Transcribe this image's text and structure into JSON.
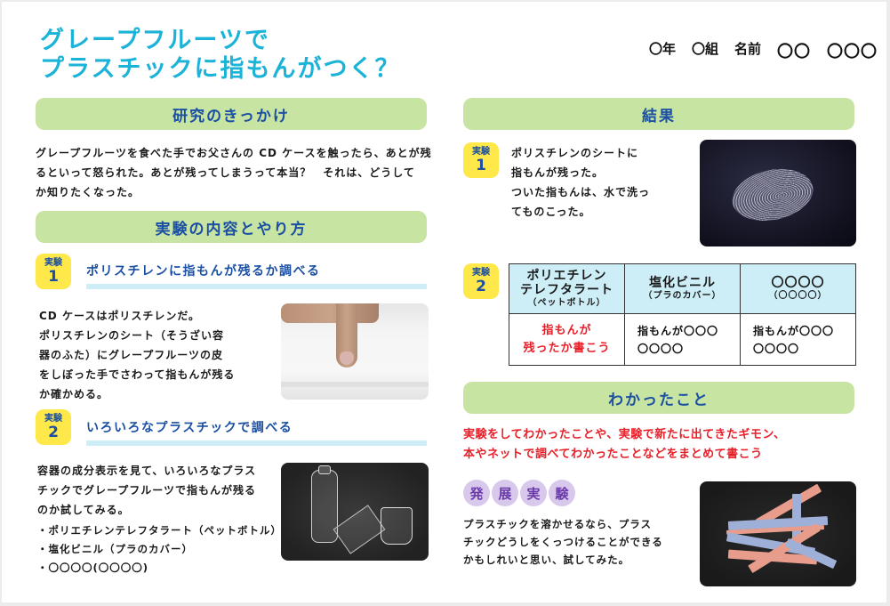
{
  "header": {
    "title_line1": "グレープフルーツで",
    "title_line2": "プラスチックに指もんがつく？",
    "grade": "〇年",
    "class": "〇組",
    "name_label": "名前",
    "name_family": "〇〇",
    "name_given": "〇〇〇"
  },
  "motivation": {
    "heading": "研究のきっかけ",
    "text_lines": [
      "グレープフルーツを食べた手でお父さんの CD ケースを触ったら、あとが残",
      "るといって怒られた。あとが残ってしまうって本当？　それは、どうして",
      "か知りたくなった。"
    ]
  },
  "method": {
    "heading": "実験の内容とやり方",
    "exp1": {
      "badge_label": "実験",
      "badge_num": "1",
      "title": "ポリスチレンに指もんが残るか調べる",
      "text_lines": [
        "CD ケースはポリスチレンだ。",
        "ポリスチレンのシート（そうざい容",
        "器のふた）にグレープフルーツの皮",
        "をしぼった手でさわって指もんが残る",
        "か確かめる。"
      ],
      "photo": "finger-on-polystyrene-tray-photo"
    },
    "exp2": {
      "badge_label": "実験",
      "badge_num": "2",
      "title": "いろいろなプラスチックで調べる",
      "text_lines": [
        "容器の成分表示を見て、いろいろなプラス",
        "チックでグレープフルーツで指もんが残る",
        "のか試してみる。"
      ],
      "bullets": [
        "・ポリエチレンテレフタラート（ペットボトル）",
        "・塩化ビニル（プラのカバー）",
        "・〇〇〇〇(〇〇〇〇)"
      ],
      "photo": "plastic-containers-photo"
    }
  },
  "results": {
    "heading": "結果",
    "exp1": {
      "badge_label": "実験",
      "badge_num": "1",
      "text_lines": [
        "ポリスチレンのシートに",
        "指もんが残った。",
        "ついた指もんは、水で洗っ",
        "てものこった。"
      ],
      "photo": "fingerprint-photo"
    },
    "exp2": {
      "badge_label": "実験",
      "badge_num": "2",
      "table": {
        "columns": [
          {
            "name_lines": [
              "ポリエチレン",
              "テレフタラート"
            ],
            "sub": "（ペットボトル）"
          },
          {
            "name_lines": [
              "塩化ビニル"
            ],
            "sub": "（プラのカバー）"
          },
          {
            "name_lines": [
              "〇〇〇〇"
            ],
            "sub": "（〇〇〇〇）"
          }
        ],
        "row": [
          {
            "lines": [
              "指もんが",
              "残ったか書こう"
            ],
            "style": "red"
          },
          {
            "lines": [
              "指もんが〇〇〇",
              "〇〇〇〇"
            ],
            "style": "normal"
          },
          {
            "lines": [
              "指もんが〇〇〇",
              "〇〇〇〇"
            ],
            "style": "normal"
          }
        ]
      }
    }
  },
  "findings": {
    "heading": "わかったこと",
    "instruction_lines": [
      "実験をしてわかったことや、実験で新たに出てきたギモン、",
      "本やネットで調べてわかったことなどをまとめて書こう"
    ]
  },
  "advanced": {
    "label_chars": [
      "発",
      "展",
      "実",
      "験"
    ],
    "text_lines": [
      "プラスチックを溶かせるなら、プラス",
      "チックどうしをくっつけることができる",
      "かもしれいと思い、試してみた。"
    ],
    "photo": "joined-plastic-sticks-photo"
  },
  "colors": {
    "title": "#1bb3d8",
    "banner_bg": "#c8e4a2",
    "heading_text": "#1a4fa3",
    "badge_bg": "#ffe84a",
    "underline": "#cdeef7",
    "table_header_bg": "#cdeef7",
    "accent_red": "#e8202a",
    "advanced_circle": "#d8c8ec"
  }
}
